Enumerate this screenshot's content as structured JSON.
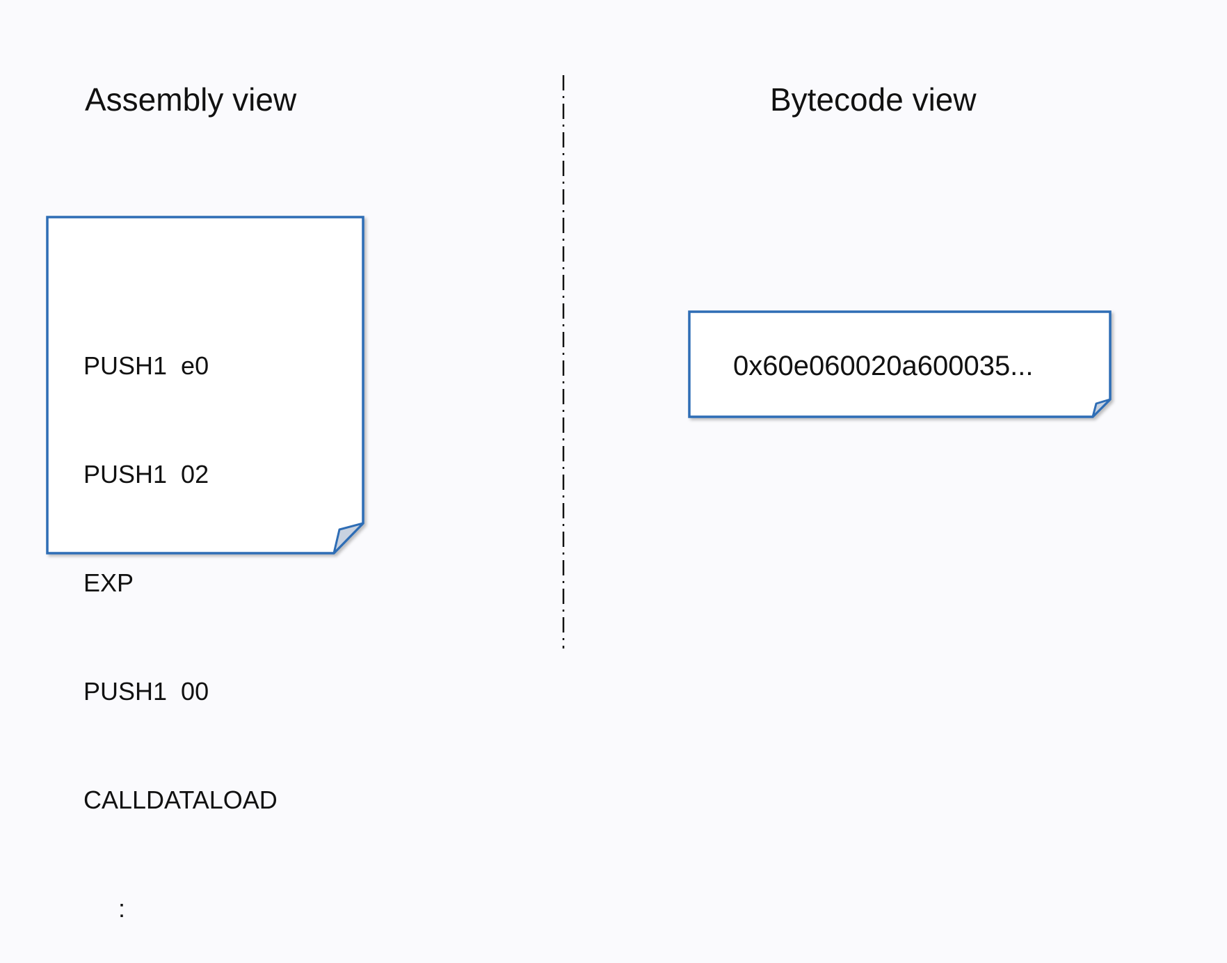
{
  "assembly": {
    "heading": "Assembly view",
    "lines": [
      "PUSH1  e0",
      "PUSH1  02",
      "EXP",
      "PUSH1  00",
      "CALLDATALOAD",
      "     :"
    ]
  },
  "bytecode": {
    "heading": "Bytecode view",
    "value": "0x60e060020a600035..."
  },
  "colors": {
    "note_border": "#2e6db5",
    "note_fill": "#ffffff",
    "fold_fill": "#c9d2e0",
    "divider": "#111111",
    "background": "#fafafd"
  }
}
